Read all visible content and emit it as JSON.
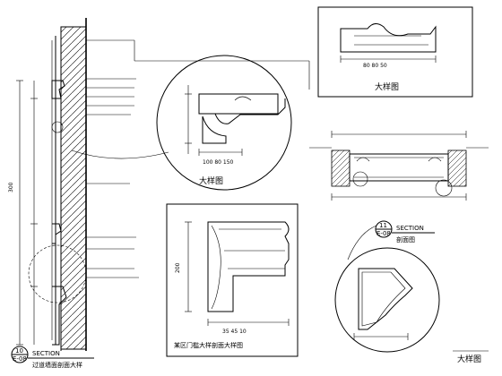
{
  "main_section": {
    "tag_top": "10",
    "tag_bottom": "E-08",
    "title": "SECTION",
    "caption": "过道墙面剖面大样",
    "height_dim": "300"
  },
  "detail_left": {
    "dim": "100  80  150",
    "caption": "大样图"
  },
  "detail_top_right": {
    "dim": "80  80  50",
    "caption": "大样图"
  },
  "detail_center": {
    "dim": "35  45  10",
    "caption": "某区门槛大样剖面大样图",
    "height_dim": "200"
  },
  "section_right": {
    "tag_top": "11",
    "tag_bottom": "E-08",
    "title": "SECTION",
    "caption": "剖面图"
  },
  "detail_bottom_right": {
    "caption": "大样图"
  }
}
